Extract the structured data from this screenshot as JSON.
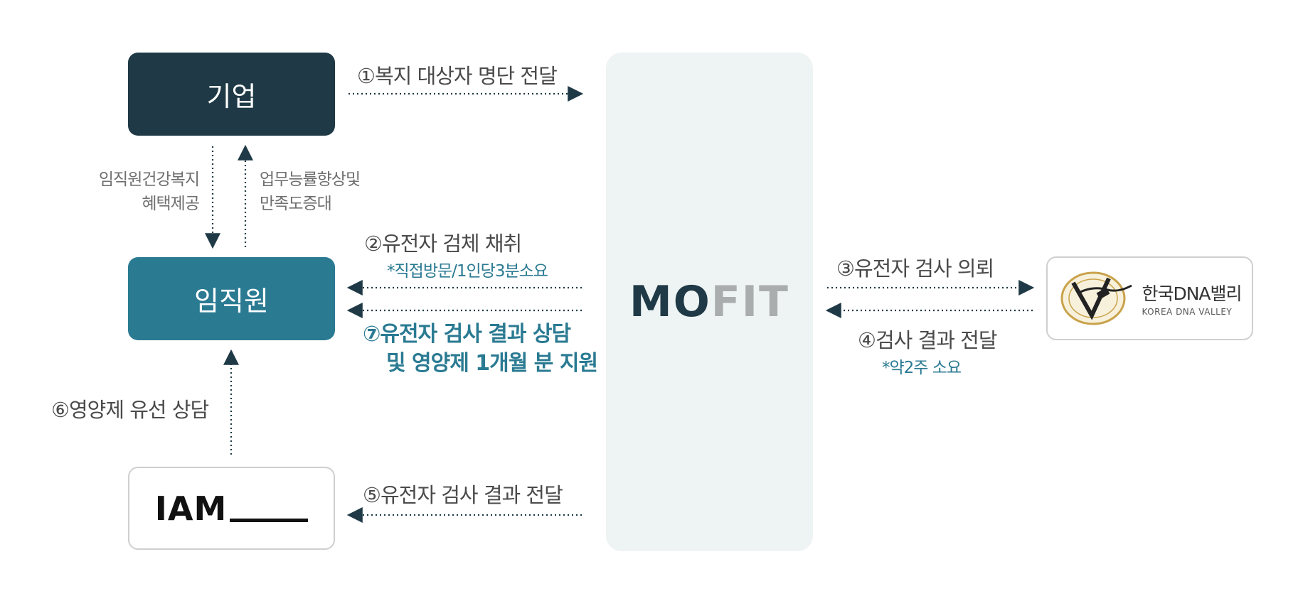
{
  "nodes": {
    "company": "기업",
    "employee": "임직원",
    "mofit_dark_1": "M",
    "mofit_dark_2": "O",
    "mofit_light": "FIT",
    "iam_text": "IAM",
    "dna_korean": "한국DNA밸리",
    "dna_english": "KOREA DNA VALLEY"
  },
  "labels": {
    "step1": "①복지 대상자 명단 전달",
    "benefit_line1": "임직원건강복지",
    "benefit_line2": "혜택제공",
    "work_line1": "업무능률향상및",
    "work_line2": "만족도증대",
    "step2": "②유전자 검체 채취",
    "step2_note": "*직접방문/1인당3분소요",
    "step7_line1": "⑦유전자 검사 결과 상담",
    "step7_line2": "및 영양제 1개월 분 지원",
    "step6": "⑥영양제 유선 상담",
    "step5": "⑤유전자 검사 결과 전달",
    "step3": "③유전자 검사 의뢰",
    "step4": "④검사 결과 전달",
    "step4_note": "*약2주 소요"
  },
  "colors": {
    "dark_navy": "#1f3a46",
    "teal": "#2a7a92",
    "mofit_bg": "#eef3f3",
    "text_gray": "#4a4a4a"
  }
}
